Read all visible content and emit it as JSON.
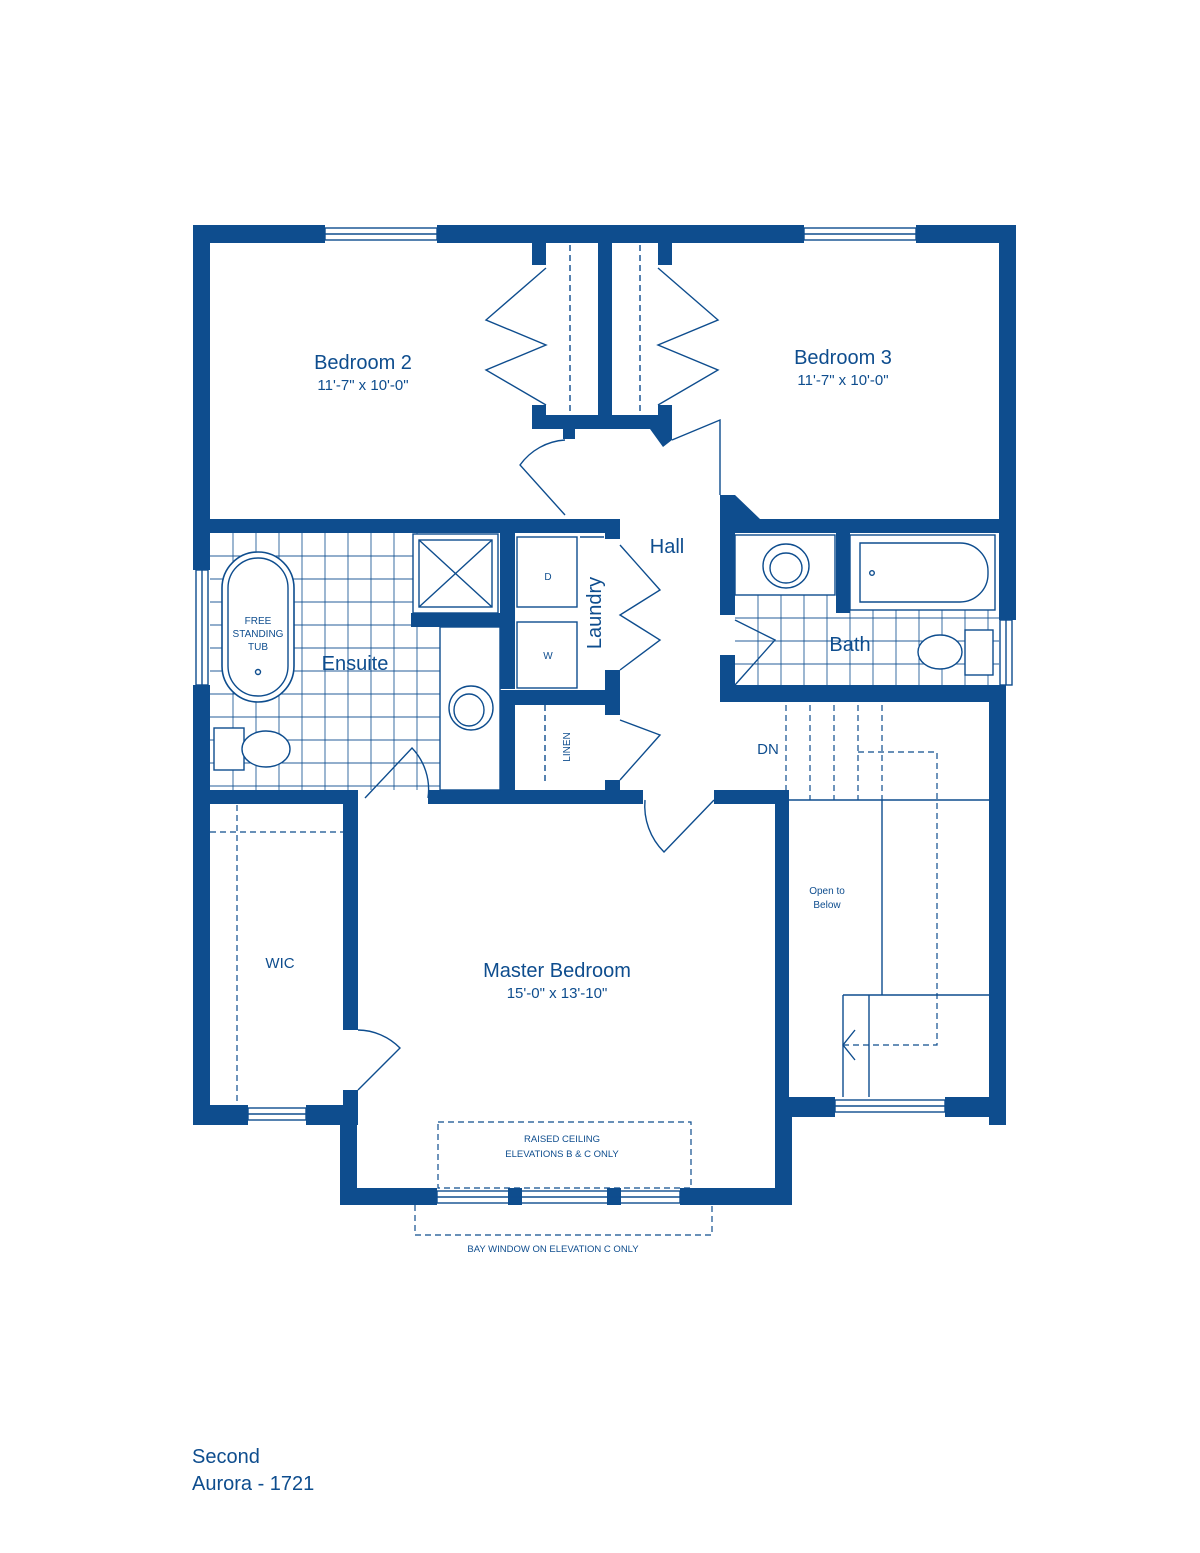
{
  "rooms": {
    "bedroom2": {
      "name": "Bedroom 2",
      "dims": "11'-7\" x 10'-0\""
    },
    "bedroom3": {
      "name": "Bedroom 3",
      "dims": "11'-7\" x 10'-0\""
    },
    "hall": "Hall",
    "laundry": "Laundry",
    "ensuite": "Ensuite",
    "bath": "Bath",
    "linen": "LINEN",
    "wic": "WIC",
    "master": {
      "name": "Master Bedroom",
      "dims": "15'-0\" x 13'-10\""
    },
    "dn": "DN",
    "open_below_line1": "Open to",
    "open_below_line2": "Below"
  },
  "fixtures": {
    "dryer": "D",
    "washer": "W",
    "tub_line1": "FREE",
    "tub_line2": "STANDING",
    "tub_line3": "TUB"
  },
  "notes": {
    "raised_line1": "RAISED CEILING",
    "raised_line2": "ELEVATIONS B & C ONLY",
    "bay": "BAY WINDOW ON ELEVATION C ONLY"
  },
  "caption": {
    "floor": "Second",
    "model": "Aurora - 1721"
  },
  "colors": {
    "ink": "#0e4d8e",
    "background": "#ffffff"
  }
}
